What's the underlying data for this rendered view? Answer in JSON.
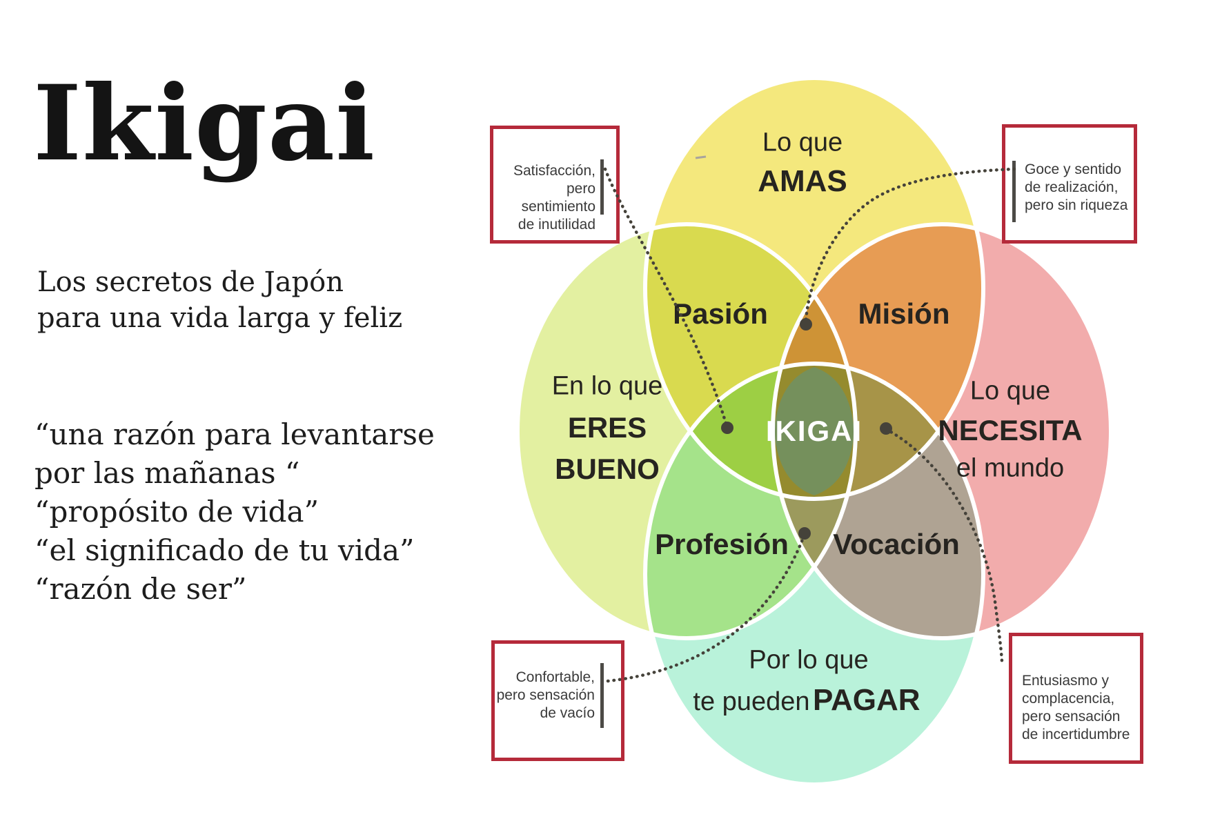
{
  "left_panel": {
    "title": "Ikigai",
    "subtitle_lines": [
      "Los secretos de Japón",
      "para una vida larga y feliz"
    ],
    "quotes": [
      "“una razón para levantarse",
      "por las mañanas “",
      "“propósito de vida”",
      "“el significado de tu vida”",
      "“razón de ser”"
    ]
  },
  "venn": {
    "circles": {
      "love": {
        "pre": "Lo que",
        "main": "AMAS",
        "color": "#f4e87d"
      },
      "good": {
        "pre": "En lo que",
        "main": "ERES",
        "main2": "BUENO",
        "color": "#e3f0a1"
      },
      "needs": {
        "pre": "Lo que",
        "main": "NECESITA",
        "post": "el mundo",
        "color": "#f2acac"
      },
      "paid": {
        "pre": "Por lo que",
        "pre2": "te pueden",
        "main": "PAGAR",
        "color": "#b9f2da"
      }
    },
    "overlaps": {
      "passion": "Pasión",
      "mission": "Misión",
      "profession": "Profesión",
      "vocation": "Vocación"
    },
    "center": {
      "label": "IKIGAI",
      "color": "#75905c"
    },
    "stroke_color": "#ffffff",
    "connector_color": "#45423a"
  },
  "callouts": [
    {
      "lines": [
        "Satisfacción,",
        "pero sentimiento",
        "de inutilidad"
      ]
    },
    {
      "lines": [
        "Goce y sentido",
        "de realización,",
        "pero sin riqueza"
      ]
    },
    {
      "lines": [
        "Confortable,",
        "pero sensación",
        "de vacío"
      ]
    },
    {
      "lines": [
        "Entusiasmo y",
        "complacencia,",
        "pero sensación",
        "de incertidumbre"
      ]
    }
  ],
  "callout_style": {
    "border_color": "#b52a3a"
  }
}
